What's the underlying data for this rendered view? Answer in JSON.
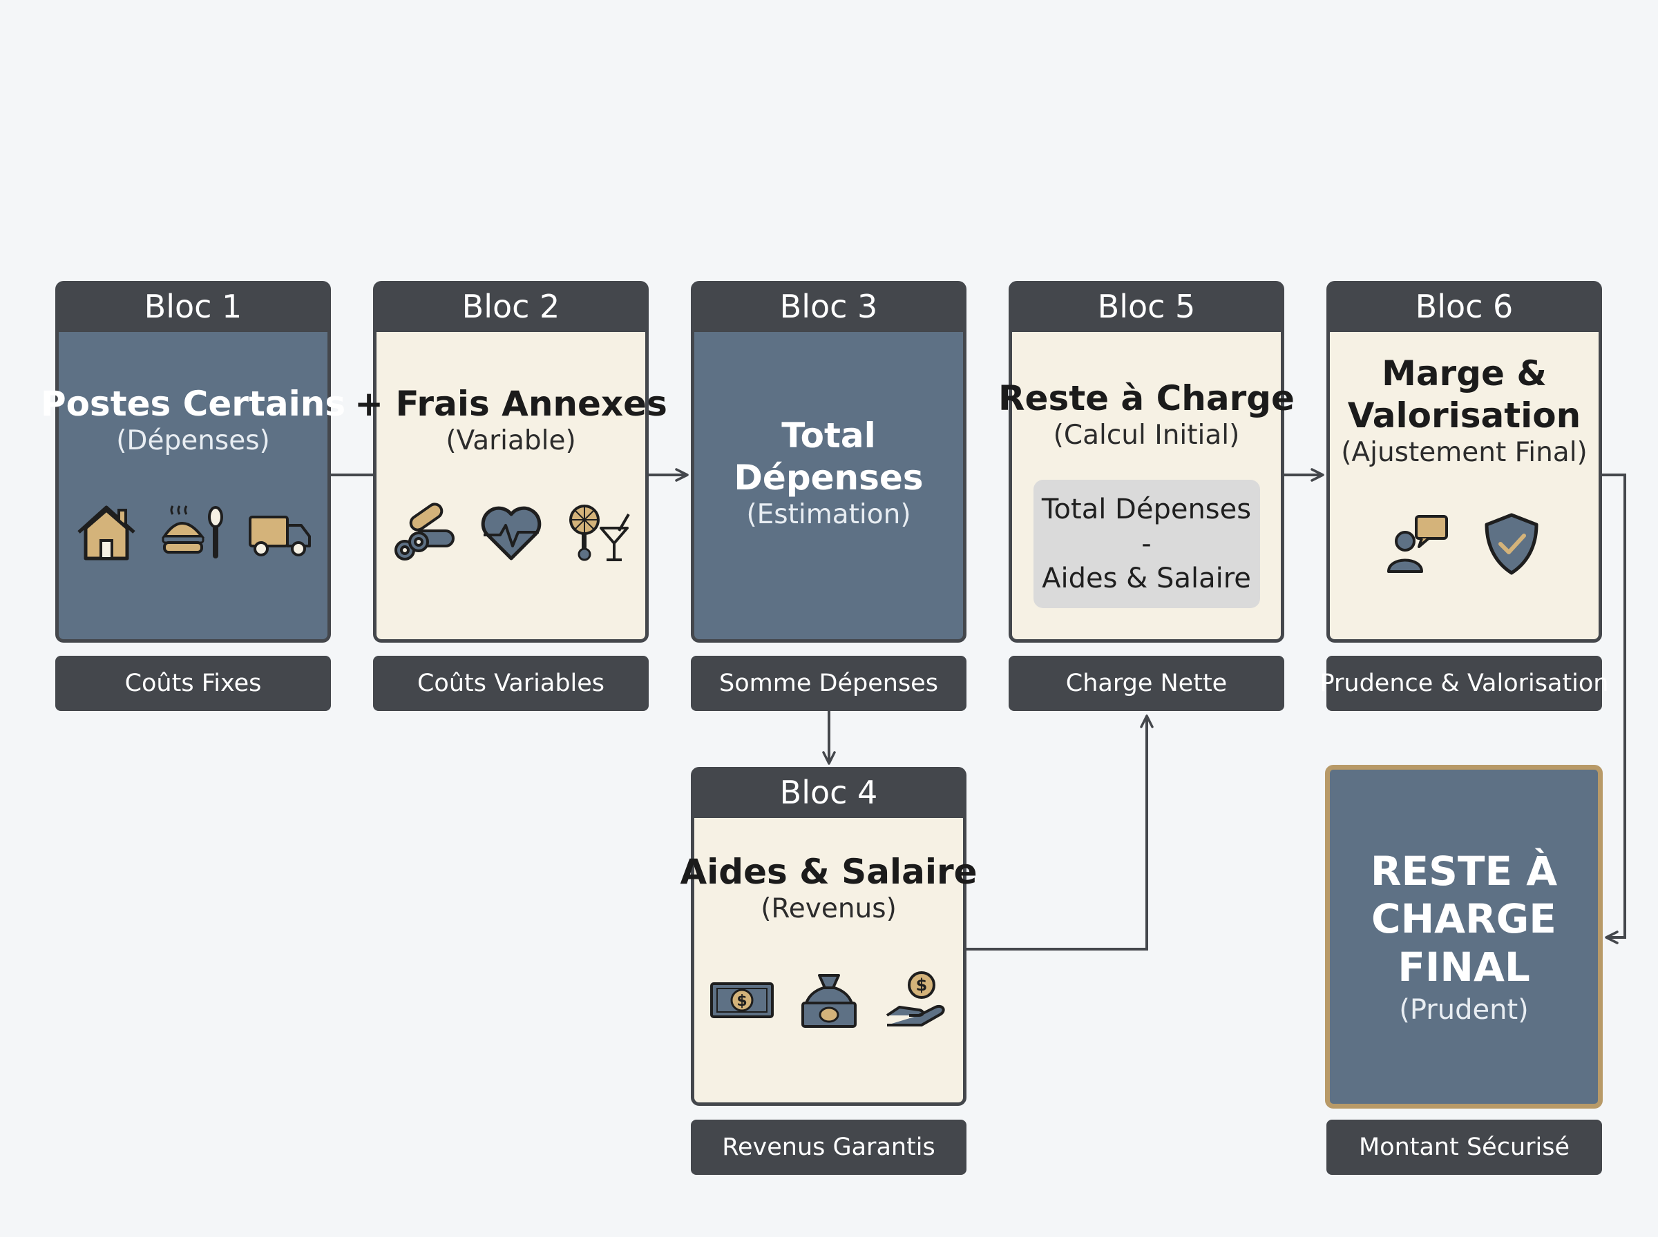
{
  "blocks": {
    "b1": {
      "header": "Bloc 1",
      "title": "Postes Certains",
      "subtitle": "(Dépenses)",
      "label": "Coûts Fixes",
      "icons": [
        "house-icon",
        "meal-icon",
        "truck-icon"
      ]
    },
    "b2": {
      "header": "Bloc 2",
      "title": "+ Frais Annexes",
      "subtitle": "(Variable)",
      "label": "Coûts Variables",
      "icons": [
        "logs-icon",
        "heart-pulse-icon",
        "leisure-icon"
      ]
    },
    "b3": {
      "header": "Bloc 3",
      "title_line1": "Total",
      "title_line2": "Dépenses",
      "subtitle": "(Estimation)",
      "label": "Somme Dépenses"
    },
    "b4": {
      "header": "Bloc 4",
      "title": "Aides & Salaire",
      "subtitle": "(Revenus)",
      "label": "Revenus Garantis",
      "icons": [
        "banknote-icon",
        "money-bag-icon",
        "coin-hand-icon"
      ]
    },
    "b5": {
      "header": "Bloc 5",
      "title": "Reste à Charge",
      "subtitle": "(Calcul Initial)",
      "label": "Charge Nette",
      "formula": {
        "line1": "Total Dépenses",
        "operator": "-",
        "line2": "Aides & Salaire"
      }
    },
    "b6": {
      "header": "Bloc 6",
      "title_line1": "Marge &",
      "title_line2": "Valorisation",
      "subtitle": "(Ajustement Final)",
      "label": "Prudence & Valorisation",
      "icons": [
        "advisor-chat-icon",
        "shield-check-icon"
      ]
    }
  },
  "final": {
    "line1": "RESTE À",
    "line2": "CHARGE",
    "line3": "FINAL",
    "subtitle": "(Prudent)",
    "label": "Montant Sécurisé"
  },
  "colors": {
    "dark": "#44474c",
    "slate_blue": "#5e7185",
    "cream": "#f6f1e4",
    "gold": "#b89a68",
    "background": "#f4f6f8"
  }
}
